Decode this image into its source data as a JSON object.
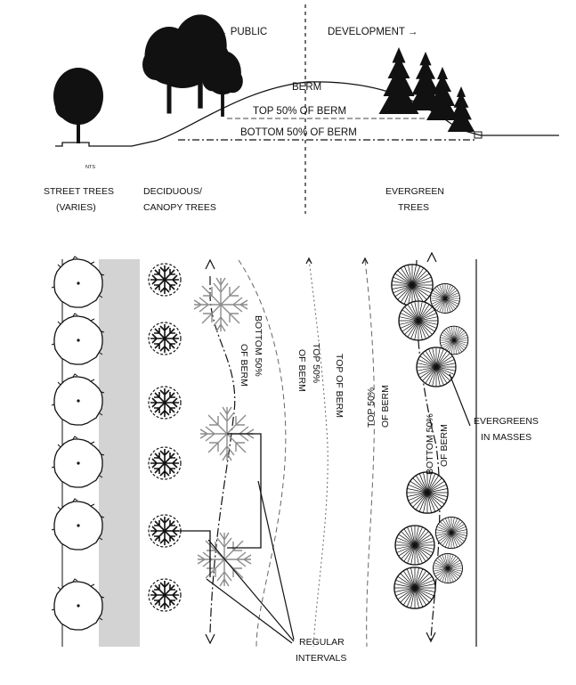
{
  "section": {
    "public_label": "← PUBLIC",
    "development_label": "DEVELOPMENT →",
    "berm": "BERM",
    "top_half": "TOP 50% OF BERM",
    "bottom_half": "BOTTOM 50% OF BERM",
    "nts": "NTS",
    "street_trees": [
      "STREET TREES",
      "(VARIES)"
    ],
    "deciduous": [
      "DECIDUOUS/",
      "CANOPY TREES"
    ],
    "evergreen": [
      "EVERGREEN",
      "TREES"
    ]
  },
  "plan": {
    "bottom_50_left": [
      "BOTTOM 50%",
      "OF BERM"
    ],
    "top_50_left": [
      "TOP 50%",
      "OF BERM"
    ],
    "top_of_berm": "TOP OF BERM",
    "top_50_right": [
      "TOP 50%",
      "OF BERM"
    ],
    "bottom_50_right": [
      "BOTTOM 50%",
      "OF BERM"
    ],
    "evergreens_masses": [
      "EVERGREENS",
      "IN MASSES"
    ],
    "regular_intervals": [
      "REGULAR",
      "INTERVALS"
    ]
  },
  "colors": {
    "ink": "#111111",
    "sidewalk_strip": "#d3d3d3",
    "light_tree": "#9a9a9a"
  }
}
